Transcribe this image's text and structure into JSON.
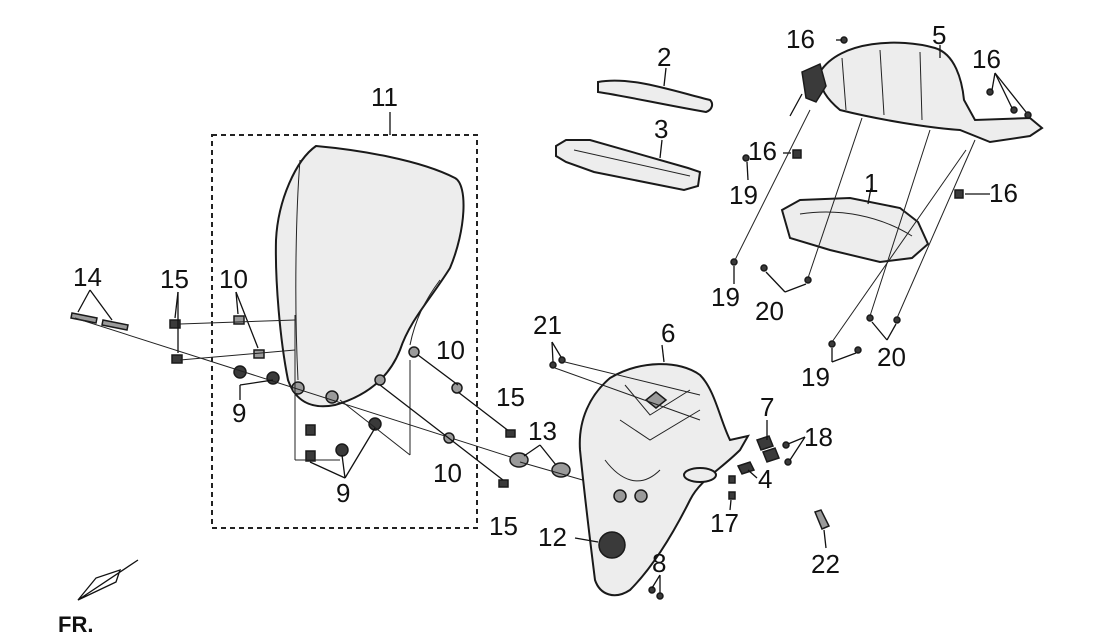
{
  "labels": {
    "p1": "1",
    "p2": "2",
    "p3": "3",
    "p4": "4",
    "p5": "5",
    "p6": "6",
    "p7": "7",
    "p8": "8",
    "p9": "9",
    "p10": "10",
    "p11": "11",
    "p12": "12",
    "p13": "13",
    "p14": "14",
    "p15": "15",
    "p16": "16",
    "p17": "17",
    "p18": "18",
    "p19": "19",
    "p20": "20",
    "p21": "21",
    "p22": "22"
  },
  "direction_label": "FR."
}
